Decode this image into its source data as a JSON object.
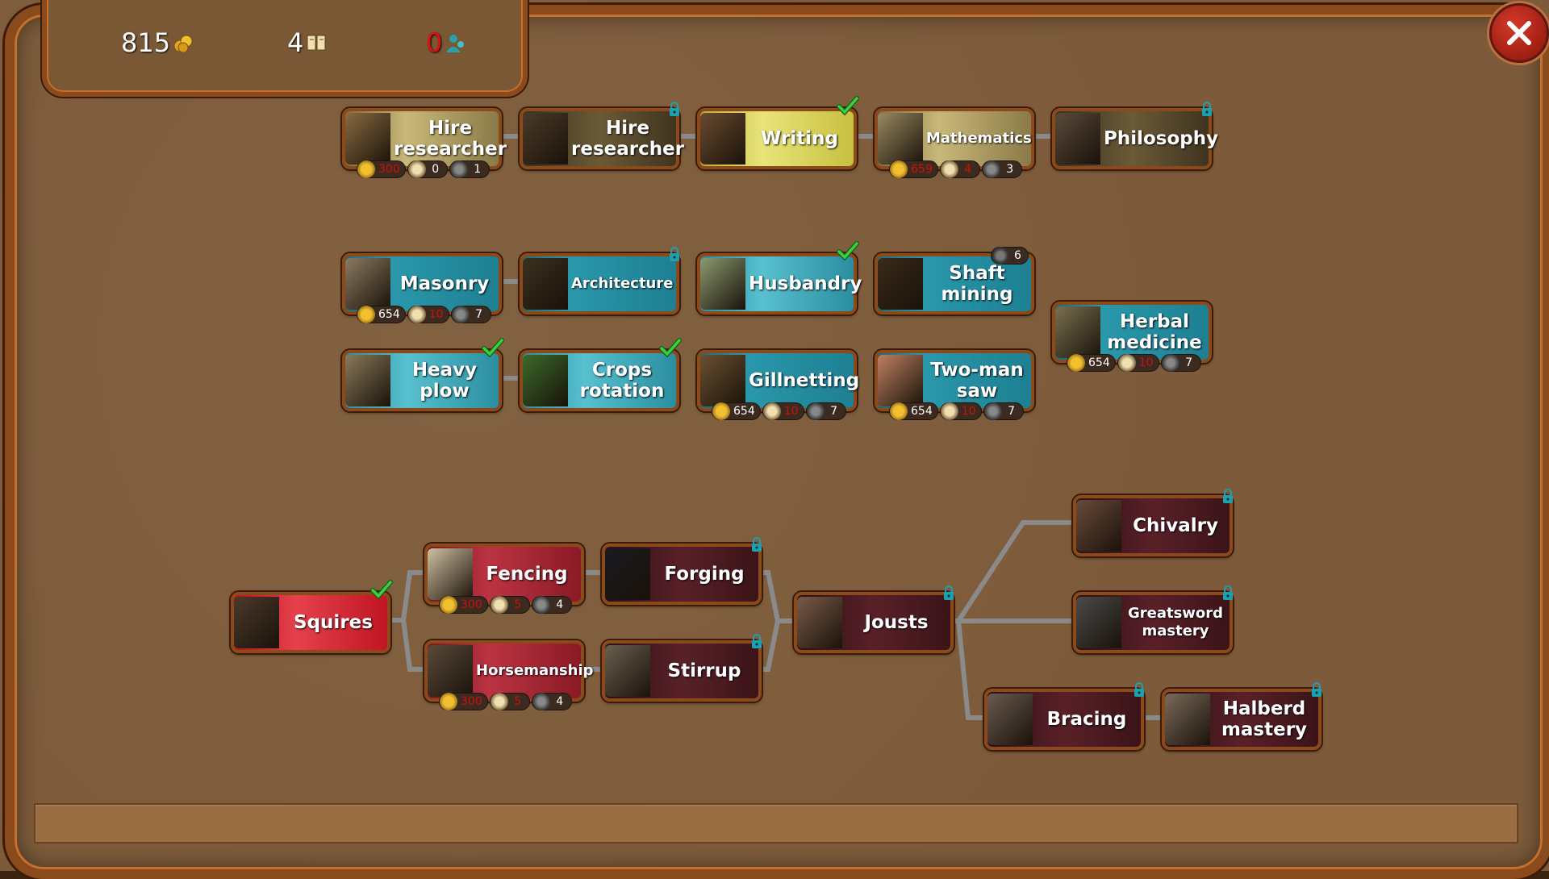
{
  "stats": {
    "gold": "815",
    "research_points": "4",
    "researchers": "0"
  },
  "colors": {
    "frame_border": "#8a4a1c",
    "background": "#7d5b3a",
    "teal_node": "#2a98ab",
    "red_node": "#e5414c",
    "maroon_node": "#5a2028",
    "checkmark": "#3ad23a",
    "lock": "#1fa0b0"
  },
  "nodes": {
    "hire_researcher_1": {
      "label": "Hire researcher",
      "cost": {
        "gold": "300",
        "research": "0",
        "turns": "1"
      }
    },
    "hire_researcher_2": {
      "label": "Hire researcher"
    },
    "writing": {
      "label": "Writing"
    },
    "mathematics": {
      "label": "Mathematics",
      "cost": {
        "gold": "659",
        "research": "4",
        "turns": "3"
      }
    },
    "philosophy": {
      "label": "Philosophy"
    },
    "masonry": {
      "label": "Masonry",
      "cost": {
        "gold": "654",
        "research": "10",
        "turns": "7"
      }
    },
    "architecture": {
      "label": "Architecture"
    },
    "husbandry": {
      "label": "Husbandry"
    },
    "shaft_mining": {
      "label": "Shaft mining",
      "turns": "6"
    },
    "herbal_medicine": {
      "label": "Herbal medicine",
      "cost": {
        "gold": "654",
        "research": "10",
        "turns": "7"
      }
    },
    "heavy_plow": {
      "label": "Heavy plow"
    },
    "crops_rotation": {
      "label": "Crops rotation"
    },
    "gillnetting": {
      "label": "Gillnetting",
      "cost": {
        "gold": "654",
        "research": "10",
        "turns": "7"
      }
    },
    "two_man_saw": {
      "label": "Two-man saw",
      "cost": {
        "gold": "654",
        "research": "10",
        "turns": "7"
      }
    },
    "squires": {
      "label": "Squires"
    },
    "fencing": {
      "label": "Fencing",
      "cost": {
        "gold": "300",
        "research": "5",
        "turns": "4"
      }
    },
    "forging": {
      "label": "Forging"
    },
    "horsemanship": {
      "label": "Horsemanship",
      "cost": {
        "gold": "300",
        "research": "5",
        "turns": "4"
      }
    },
    "stirrup": {
      "label": "Stirrup"
    },
    "jousts": {
      "label": "Jousts"
    },
    "chivalry": {
      "label": "Chivalry"
    },
    "greatsword_mastery": {
      "label": "Greatsword mastery"
    },
    "bracing": {
      "label": "Bracing"
    },
    "halberd_mastery": {
      "label": "Halberd mastery"
    }
  }
}
